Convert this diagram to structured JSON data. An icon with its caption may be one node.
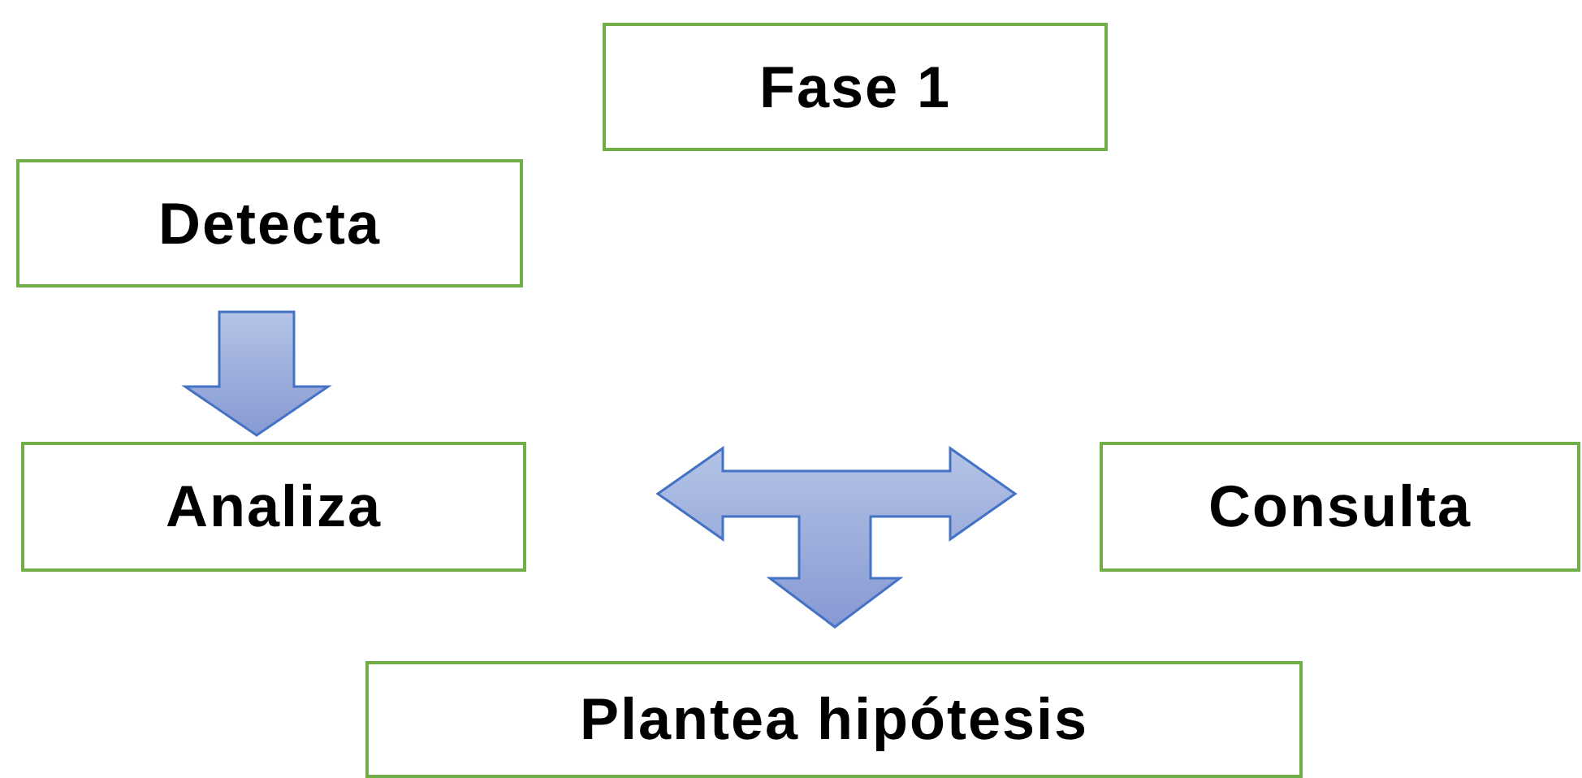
{
  "diagram": {
    "nodes": [
      {
        "text": [
          "Fase 1"
        ]
      },
      {
        "text": [
          "Detecta"
        ]
      },
      {
        "text": [
          "Analiza"
        ]
      },
      {
        "text": [
          "Consulta"
        ]
      },
      {
        "text": [
          "Plantea hipótesis"
        ]
      }
    ],
    "edges": [
      {
        "from": 1,
        "to": 2,
        "arrow": "to"
      },
      {
        "from": 2,
        "to": 3,
        "arrow": "both"
      },
      {
        "from": null,
        "to": 4,
        "arrow": "to"
      }
    ]
  }
}
